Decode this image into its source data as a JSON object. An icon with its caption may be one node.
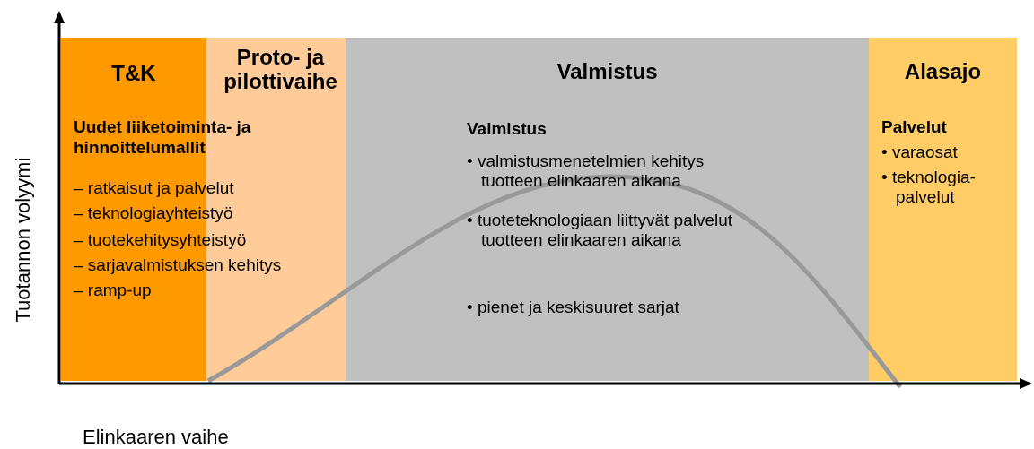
{
  "diagram": {
    "nodes": [
      {
        "text": [
          "T&K"
        ]
      },
      {
        "text": [
          "Proto- ja pilottivaihe"
        ]
      },
      {
        "text": [
          "Valmistus",
          "Valmistus",
          "• valmistusmenetelmien kehitys tuotteen elinkaaren aikana",
          "• tuoteteknologiaan liittyvät palvelut tuotteen elinkaaren aikana",
          "• pienet ja keskisuuret sarjat"
        ]
      },
      {
        "text": [
          "Alasajo",
          "Palvelut",
          "• varaosat",
          "• teknologia- palvelut"
        ]
      }
    ],
    "edges": [],
    "labels": [
      "Uudet liiketoiminta- ja hinnoittelumallit",
      "– ratkaisut ja palvelut",
      "– teknologiayhteistyö",
      "– tuotekehitysyhteistyö",
      "– sarjavalmistuksen kehitys",
      "– ramp-up",
      "Tuotannon volyymi",
      "Elinkaaren vaihe"
    ]
  }
}
